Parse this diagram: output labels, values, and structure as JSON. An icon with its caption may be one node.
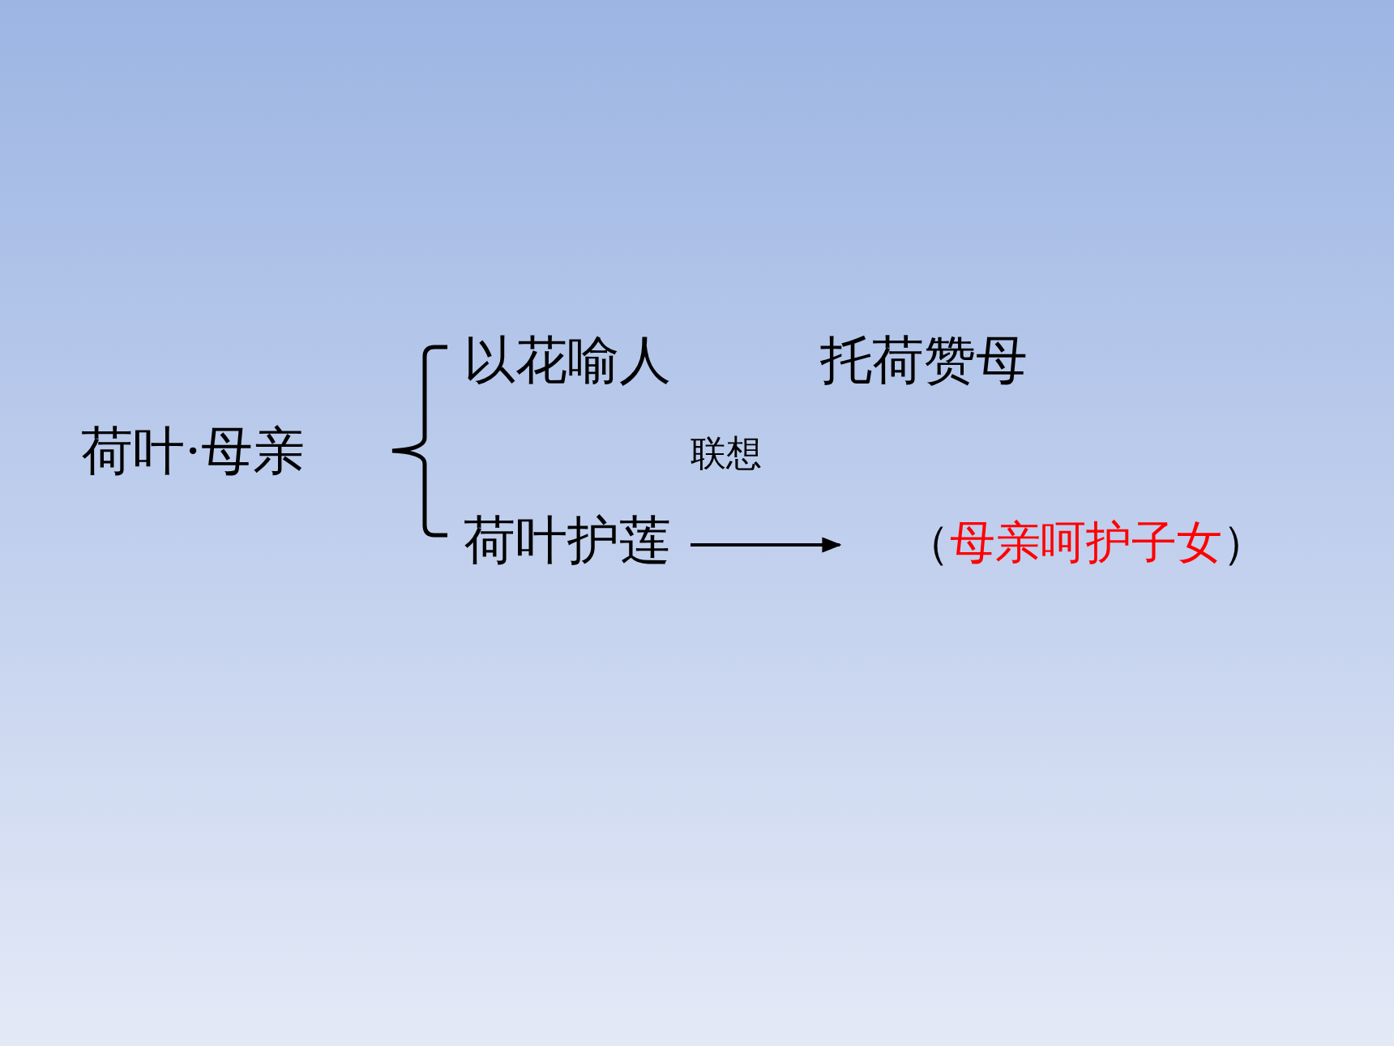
{
  "diagram": {
    "nodes": [
      {
        "text": [
          "荷叶·母亲"
        ]
      },
      {
        "text": [
          "以花喻人"
        ]
      },
      {
        "text": [
          "托荷赞母"
        ]
      },
      {
        "text": [
          "荷叶护莲"
        ]
      },
      {
        "text": [
          "（",
          "母亲呵护子女",
          "）"
        ]
      }
    ],
    "edges": [
      {
        "from": 3,
        "to": 4,
        "arrow": "to",
        "label": "联想"
      }
    ]
  }
}
